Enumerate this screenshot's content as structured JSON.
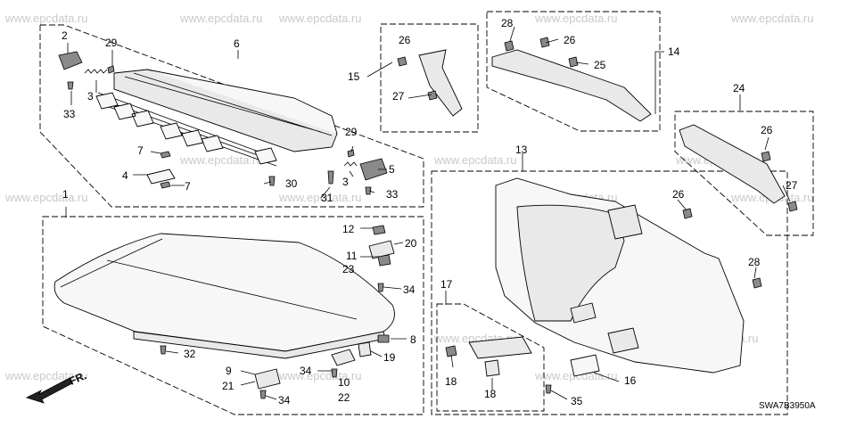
{
  "watermark": "www.epcdata.ru",
  "diagram_code": "SWA7B3950A",
  "direction_label": "FR.",
  "callouts": {
    "c1": "1",
    "c2": "2",
    "c3a": "3",
    "c3b": "3",
    "c4": "4",
    "c5": "5",
    "c6": "6",
    "c7a": "7",
    "c7b": "7",
    "c8": "8",
    "c9": "9",
    "c10": "10",
    "c11": "11",
    "c12": "12",
    "c13": "13",
    "c14": "14",
    "c15": "15",
    "c16": "16",
    "c17": "17",
    "c18a": "18",
    "c18b": "18",
    "c19": "19",
    "c20": "20",
    "c21": "21",
    "c22": "22",
    "c23": "23",
    "c24": "24",
    "c25": "25",
    "c26a": "26",
    "c26b": "26",
    "c26c": "26",
    "c26d": "26",
    "c27a": "27",
    "c27b": "27",
    "c28a": "28",
    "c28b": "28",
    "c29a": "29",
    "c29b": "29",
    "c30": "30",
    "c31": "31",
    "c32": "32",
    "c33a": "33",
    "c33b": "33",
    "c34a": "34",
    "c34b": "34",
    "c34c": "34",
    "c35": "35"
  }
}
